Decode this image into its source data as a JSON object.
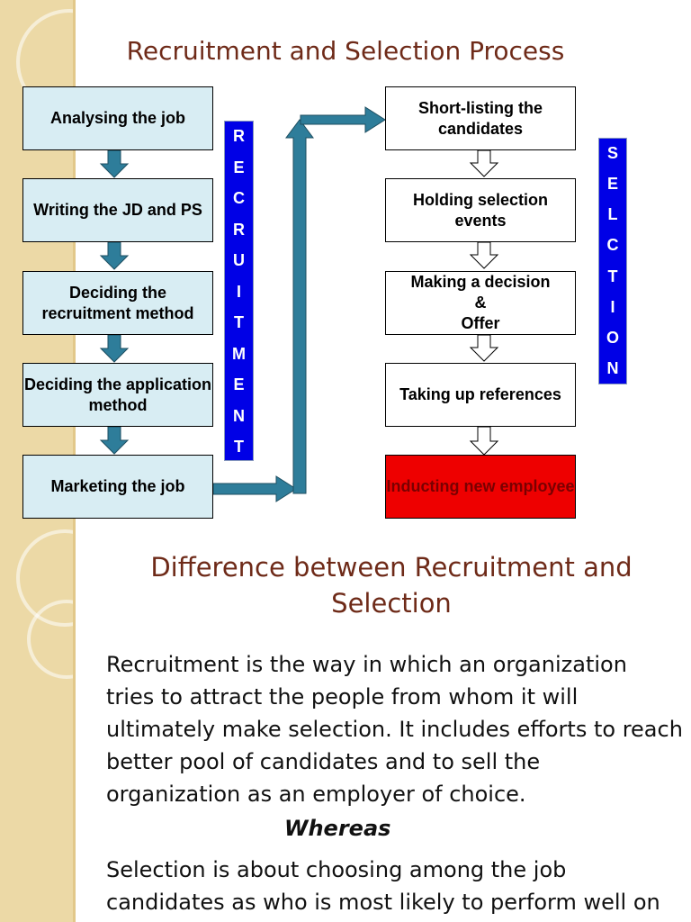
{
  "slide1": {
    "title": "Recruitment and Selection Process",
    "recruitment_steps": [
      "Analysing the job",
      "Writing the JD and PS",
      "Deciding the recruitment method",
      "Deciding the application method",
      "Marketing the job"
    ],
    "selection_steps": [
      "Short-listing the candidates",
      "Holding selection events",
      "Making a decision\n&\nOffer",
      "Taking up references",
      "Inducting new employee"
    ],
    "recruitment_label": [
      "R",
      "E",
      "C",
      "R",
      "U",
      "I",
      "T",
      "M",
      "E",
      "N",
      "T"
    ],
    "selection_label": [
      "S",
      "E",
      "L",
      "C",
      "T",
      "I",
      "O",
      "N"
    ],
    "colors": {
      "left_box": "#d8edf3",
      "arrow": "#2e7d9a",
      "label_bar": "#0000e6",
      "final_box": "#ee0000",
      "title": "#6e2a18"
    }
  },
  "slide2": {
    "title_line1": "Difference between Recruitment and",
    "title_line2": "Selection",
    "paragraph1": [
      "Recruitment is the way in which an organization",
      "tries to attract the people from whom it will",
      "ultimately make selection. It includes efforts to reach",
      "better pool of candidates and to sell the",
      "organization as an employer of choice."
    ],
    "whereas": "Whereas",
    "paragraph2": [
      "Selection is about choosing among the job",
      "candidates as who is most likely to perform well on"
    ]
  }
}
